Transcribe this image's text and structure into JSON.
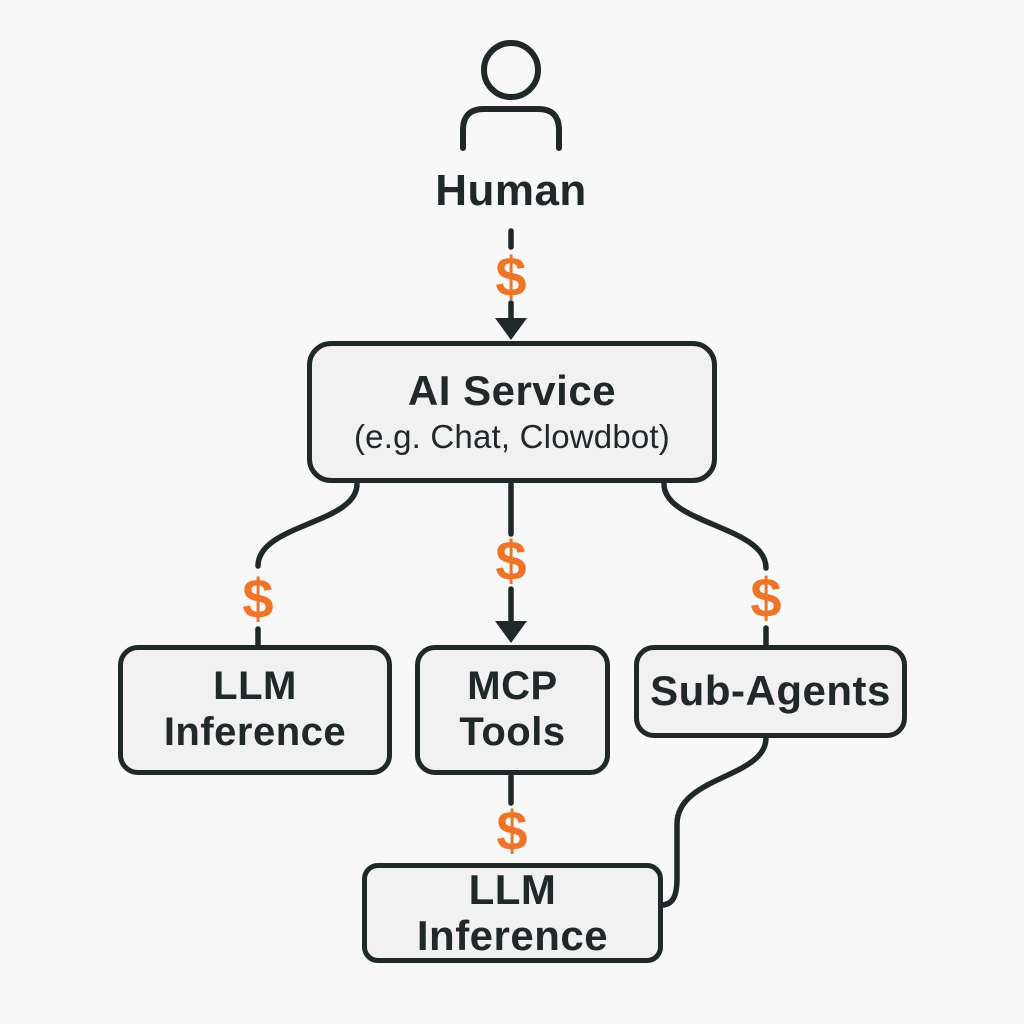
{
  "diagram": {
    "description": "Cost flow diagram from a human user through an AI service to paid downstream components",
    "currency_symbol": "$",
    "human": {
      "label": "Human"
    },
    "nodes": {
      "ai_service": {
        "title": "AI Service",
        "subtitle": "(e.g. Chat, Clowdbot)"
      },
      "llm_inference": {
        "line1": "LLM",
        "line2": "Inference"
      },
      "mcp_tools": {
        "line1": "MCP",
        "line2": "Tools"
      },
      "sub_agents": {
        "title": "Sub-Agents"
      },
      "llm_inference_2": {
        "title": "LLM Inference"
      }
    },
    "edges": {
      "human_to_ai_service": "paid ($), arrow into AI Service",
      "ai_service_to_llm_inference": "paid ($), curved connector",
      "ai_service_to_mcp_tools": "paid ($), arrow into MCP Tools",
      "ai_service_to_sub_agents": "paid ($), curved connector",
      "mcp_tools_to_llm_inference_2": "paid ($)",
      "sub_agents_to_llm_inference_2": "curved connector into right side"
    },
    "colors": {
      "line": "#20282a",
      "text": "#20282a",
      "accent_orange": "#ee7428",
      "node_fill": "#f1f1f1",
      "background": "#f8f8f8"
    }
  }
}
